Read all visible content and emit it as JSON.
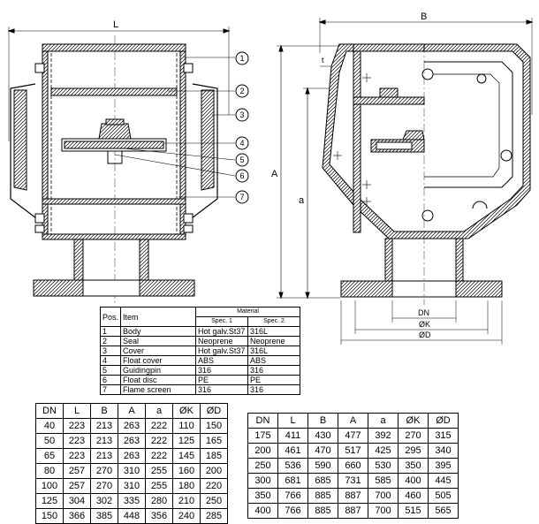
{
  "drawing": {
    "dim_labels": {
      "L": "L",
      "B": "B",
      "A": "A",
      "a": "a",
      "t": "t",
      "DN": "DN",
      "K": "ØK",
      "D": "ØD"
    },
    "callouts": [
      "1",
      "2",
      "3",
      "4",
      "5",
      "6",
      "7"
    ]
  },
  "parts_table": {
    "header": {
      "pos": "Pos.",
      "item": "Item",
      "material": "Material",
      "spec1": "Spec. 1",
      "spec2": "Spec. 2"
    },
    "rows": [
      {
        "pos": "1",
        "item": "Body",
        "spec1": "Hot galv.St37",
        "spec2": "316L"
      },
      {
        "pos": "2",
        "item": "Seal",
        "spec1": "Neoprene",
        "spec2": "Neoprene"
      },
      {
        "pos": "3",
        "item": "Cover",
        "spec1": "Hot galv.St37",
        "spec2": "316L"
      },
      {
        "pos": "4",
        "item": "Float cover",
        "spec1": "ABS",
        "spec2": "ABS"
      },
      {
        "pos": "5",
        "item": "Guidingpin",
        "spec1": "316",
        "spec2": "316"
      },
      {
        "pos": "6",
        "item": "Float disc",
        "spec1": "PE",
        "spec2": "PE"
      },
      {
        "pos": "7",
        "item": "Flame screen",
        "spec1": "316",
        "spec2": "316"
      }
    ]
  },
  "dim_table_1": {
    "headers": [
      "DN",
      "L",
      "B",
      "A",
      "a",
      "ØK",
      "ØD"
    ],
    "rows": [
      [
        "40",
        "223",
        "213",
        "263",
        "222",
        "110",
        "150"
      ],
      [
        "50",
        "223",
        "213",
        "263",
        "222",
        "125",
        "165"
      ],
      [
        "65",
        "223",
        "213",
        "263",
        "222",
        "145",
        "185"
      ],
      [
        "80",
        "257",
        "270",
        "310",
        "255",
        "160",
        "200"
      ],
      [
        "100",
        "257",
        "270",
        "310",
        "255",
        "180",
        "220"
      ],
      [
        "125",
        "304",
        "302",
        "335",
        "280",
        "210",
        "250"
      ],
      [
        "150",
        "366",
        "385",
        "448",
        "356",
        "240",
        "285"
      ]
    ]
  },
  "dim_table_2": {
    "headers": [
      "DN",
      "L",
      "B",
      "A",
      "a",
      "ØK",
      "ØD"
    ],
    "rows": [
      [
        "175",
        "411",
        "430",
        "477",
        "392",
        "270",
        "315"
      ],
      [
        "200",
        "461",
        "470",
        "517",
        "425",
        "295",
        "340"
      ],
      [
        "250",
        "536",
        "590",
        "660",
        "530",
        "350",
        "395"
      ],
      [
        "300",
        "681",
        "685",
        "731",
        "585",
        "400",
        "445"
      ],
      [
        "350",
        "766",
        "885",
        "887",
        "700",
        "460",
        "505"
      ],
      [
        "400",
        "766",
        "885",
        "887",
        "700",
        "515",
        "565"
      ]
    ]
  }
}
